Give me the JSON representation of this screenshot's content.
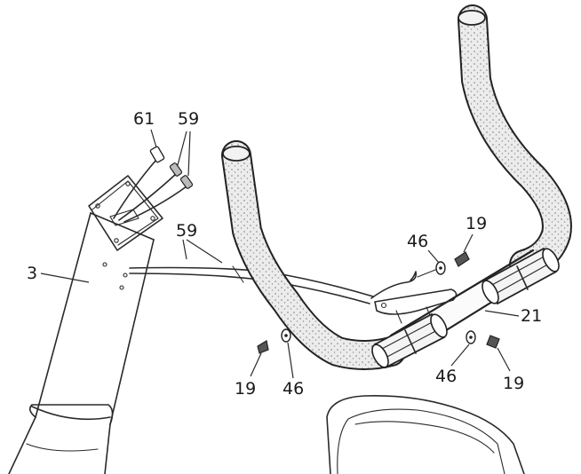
{
  "callouts": {
    "c61": "61",
    "c59_top": "59",
    "c59_mid": "59",
    "c3": "3",
    "c46_right": "46",
    "c19_right": "19",
    "c21": "21",
    "c19_left": "19",
    "c46_left": "46",
    "c46_bottom": "46",
    "c19_bottom": "19"
  },
  "colors": {
    "line": "#2a2a2a",
    "grip_fill": "#e9e9e9",
    "grip_dot": "#8a8a8a",
    "background": "#ffffff"
  }
}
